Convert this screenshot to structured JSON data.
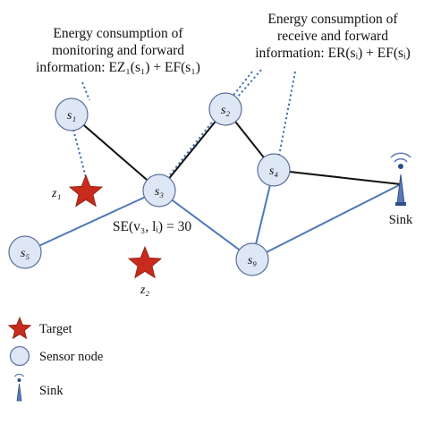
{
  "annotations": {
    "monitoring": {
      "line1": "Energy consumption of",
      "line2": "monitoring and forward",
      "line3": "information: EZ₁(s₁) + EF(s₁)"
    },
    "receive": {
      "line1": "Energy consumption of",
      "line2": "receive and forward",
      "line3": "information: ER(sᵢ) + EF(sᵢ)"
    },
    "se_label": "SE(v₃, lᵢ) = 30"
  },
  "nodes": {
    "s1": "s₁",
    "s2": "s₂",
    "s3": "s₃",
    "s4": "s₄",
    "s5": "s₅",
    "s9": "s₉"
  },
  "targets": {
    "z1": "z₁",
    "z2": "z₂"
  },
  "sink_label": "Sink",
  "legend": {
    "target": "Target",
    "sensor": "Sensor node",
    "sink": "Sink"
  },
  "colors": {
    "target": "#c62b1c",
    "sensor_fill": "#dde7f5",
    "blue_link": "#4f78b8",
    "black_link": "#111111"
  }
}
